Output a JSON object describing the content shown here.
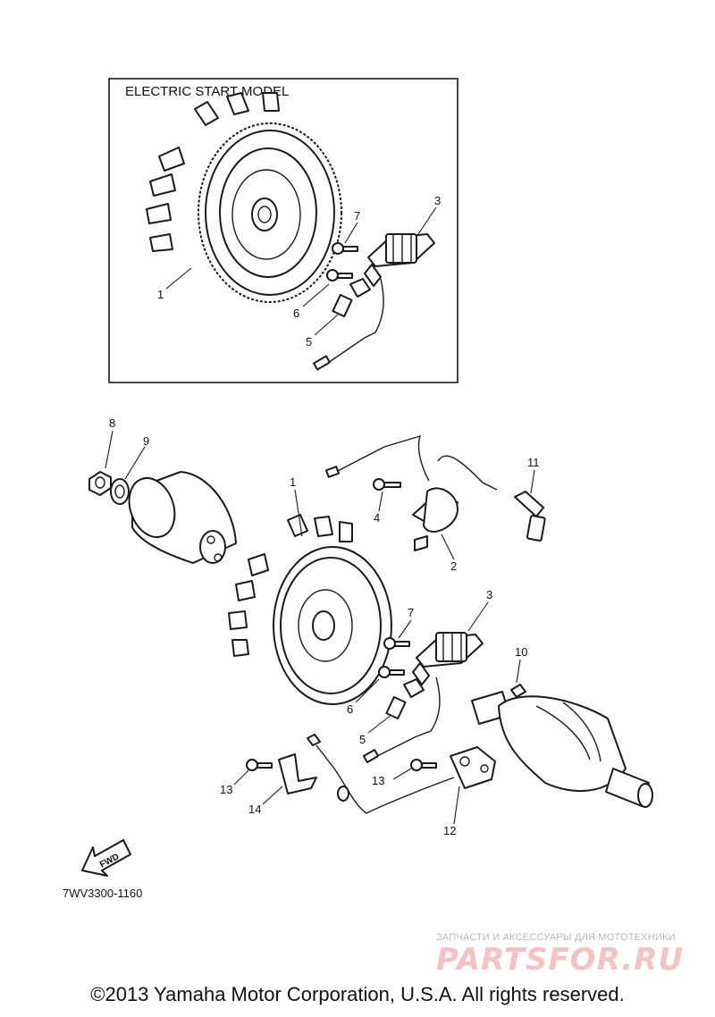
{
  "inset": {
    "title": "ELECTRIC START MODEL"
  },
  "callouts": {
    "inset_1": "1",
    "inset_3": "3",
    "inset_5": "5",
    "inset_6": "6",
    "inset_7": "7",
    "main_1": "1",
    "main_2": "2",
    "main_3": "3",
    "main_4": "4",
    "main_5": "5",
    "main_6": "6",
    "main_7": "7",
    "main_8": "8",
    "main_9": "9",
    "main_10": "10",
    "main_11": "11",
    "main_12": "12",
    "main_13a": "13",
    "main_13b": "13",
    "main_14": "14"
  },
  "fwd_label": "FWD",
  "diagram_code": "7WV3300-1160",
  "watermark": {
    "line1": "ЗАПЧАСТИ И АКСЕССУАРЫ ДЛЯ МОТОТЕХНИКИ",
    "line2": "PARTSFOR.RU"
  },
  "copyright": "©2013 Yamaha Motor Corporation, U.S.A. All rights reserved.",
  "colors": {
    "line": "#1a1a1a",
    "watermark_red": "#f3c2c2",
    "watermark_gray": "#b8b8b8"
  }
}
